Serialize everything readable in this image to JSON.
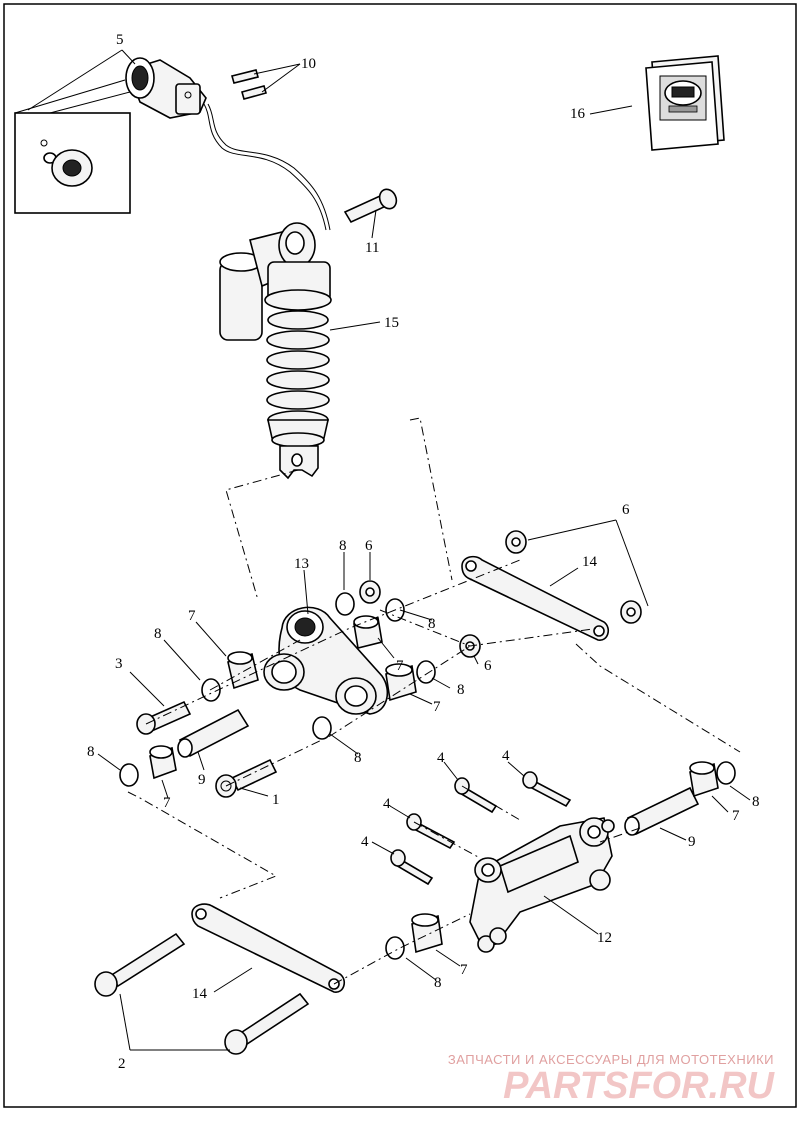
{
  "callouts": {
    "c1": "1",
    "c2": "2",
    "c3": "3",
    "c4a": "4",
    "c4b": "4",
    "c4c": "4",
    "c4d": "4",
    "c5": "5",
    "c6a": "6",
    "c6b": "6",
    "c6c": "6",
    "c7a": "7",
    "c7b": "7",
    "c7c": "7",
    "c7d": "7",
    "c7e": "7",
    "c7f": "7",
    "c8a": "8",
    "c8b": "8",
    "c8c": "8",
    "c8d": "8",
    "c8e": "8",
    "c8f": "8",
    "c8g": "8",
    "c8h": "8",
    "c9a": "9",
    "c9b": "9",
    "c10": "10",
    "c11": "11",
    "c12": "12",
    "c13": "13",
    "c14a": "14",
    "c14b": "14",
    "c15": "15",
    "c16": "16"
  },
  "watermark": {
    "tagline": "ЗАПЧАСТИ И АКСЕССУАРЫ ДЛЯ МОТОТЕХНИКИ",
    "logo": "PARTSFOR.RU"
  },
  "colors": {
    "line": "#000000",
    "background": "#ffffff",
    "watermark": "#e7a9a9"
  }
}
